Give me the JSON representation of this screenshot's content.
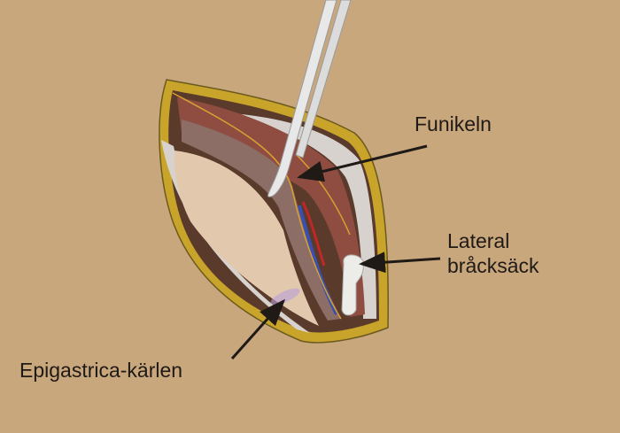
{
  "labels": {
    "funikeln": "Funikeln",
    "lateral_line1": "Lateral",
    "lateral_line2": "bråcksäck",
    "epigastrica": "Epigastrica-kärlen"
  },
  "colors": {
    "skin": "#c9a77d",
    "fat": "#c9a42a",
    "muscle": "#8a4a3e",
    "fascia": "#d6d0cc",
    "vein": "#3a4fb0",
    "artery": "#c02828"
  }
}
